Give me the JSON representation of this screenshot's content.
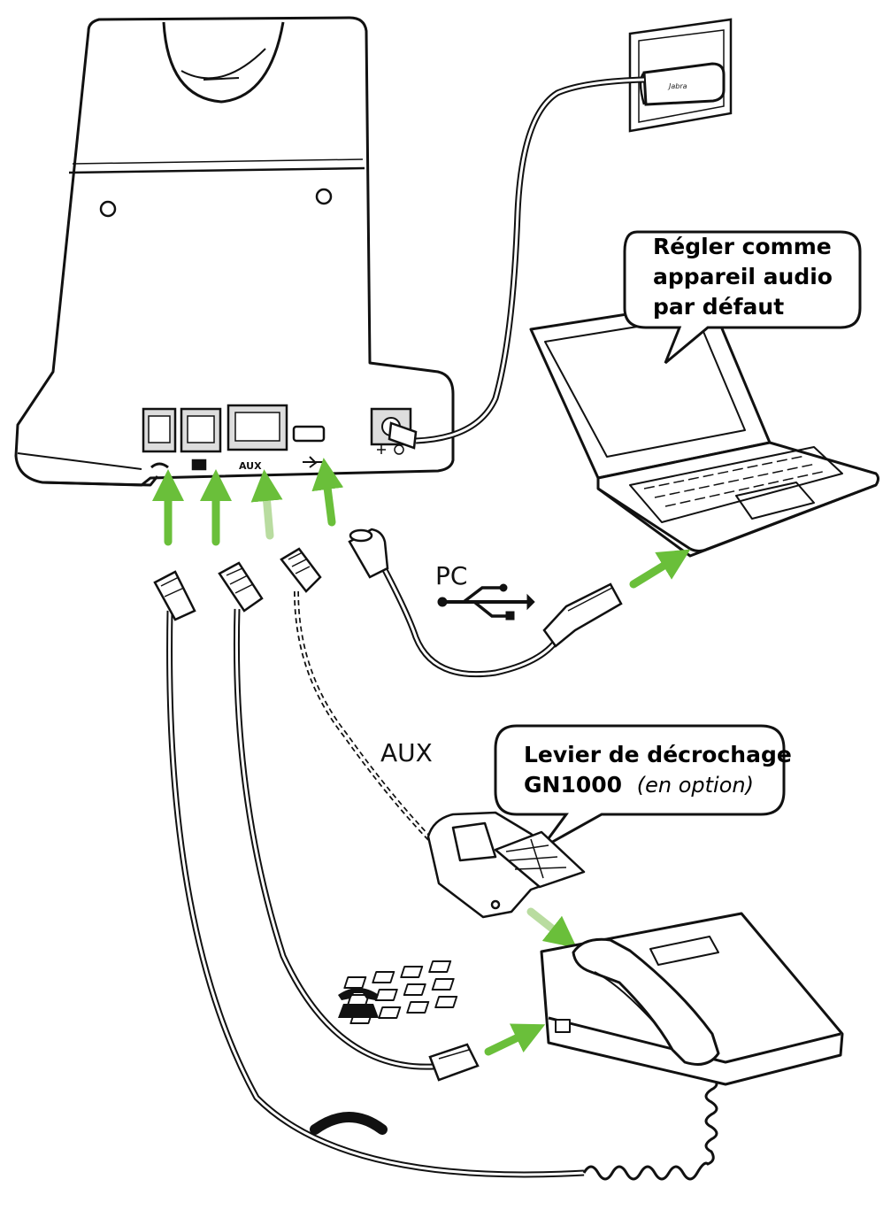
{
  "bubbles": {
    "audio_line1": "Régler comme",
    "audio_line2": "appareil audio",
    "audio_line3": "par défaut",
    "hook_line1": "Levier de décrochage",
    "hook_model": "GN1000",
    "hook_optional": "(en option)"
  },
  "labels": {
    "pc": "PC",
    "aux": "AUX",
    "port_aux": "AUX",
    "adapter_brand": "Jabra"
  },
  "icons": {
    "usb": "usb-icon",
    "desk_phone": "desk-phone-icon",
    "handset": "handset-icon"
  },
  "colors": {
    "arrow_green": "#6abf3a",
    "arrow_light_green": "#b9dca0",
    "line": "#111111"
  }
}
